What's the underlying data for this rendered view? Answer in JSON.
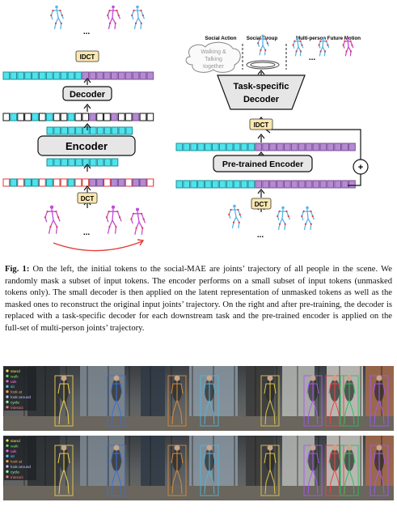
{
  "figure": {
    "labels": {
      "dct_left": "DCT",
      "idct_left": "IDCT",
      "encoder": "Encoder",
      "decoder": "Decoder",
      "dct_right": "DCT",
      "idct_right": "IDCT",
      "pretrained_encoder": "Pre-trained Encoder",
      "task_decoder_line1": "Task-specific",
      "task_decoder_line2": "Decoder",
      "plus": "+",
      "ellipsis": "...",
      "social_action": "Social Action",
      "social_group": "Social Group",
      "multi_person": "Multi-person Future Motion",
      "bubble_line1": "Walking &",
      "bubble_line2": "Talking",
      "bubble_line3": "together"
    },
    "colors": {
      "cyan": "#4fe3ec",
      "purple": "#b58ad1",
      "red": "#e23b3b",
      "label_bg": "#fbe8b0",
      "block_bg": "#e6e6e6",
      "pose_blue": "#5ab4e8",
      "pose_magenta": "#c24bd8"
    }
  },
  "caption": {
    "fig_label": "Fig. 1:",
    "text": "On the left, the initial tokens to the social-MAE are joints’ trajectory of all people in the scene. We randomly mask a subset of input tokens. The encoder performs on a small subset of input tokens (unmasked tokens only). The small decoder is then applied on the latent representation of unmasked tokens as well as the masked ones to reconstruct the original input joints’ trajectory. On the right and after pre-training, the decoder is replaced with a task-specific decoder for each downstream task and the pre-trained encoder is applied on the full-set of multi-person joints’ trajectory."
  },
  "photo_legend": [
    "stand",
    "walk",
    "talk",
    "sit",
    "look at",
    "look around",
    "cycle",
    "interact"
  ]
}
